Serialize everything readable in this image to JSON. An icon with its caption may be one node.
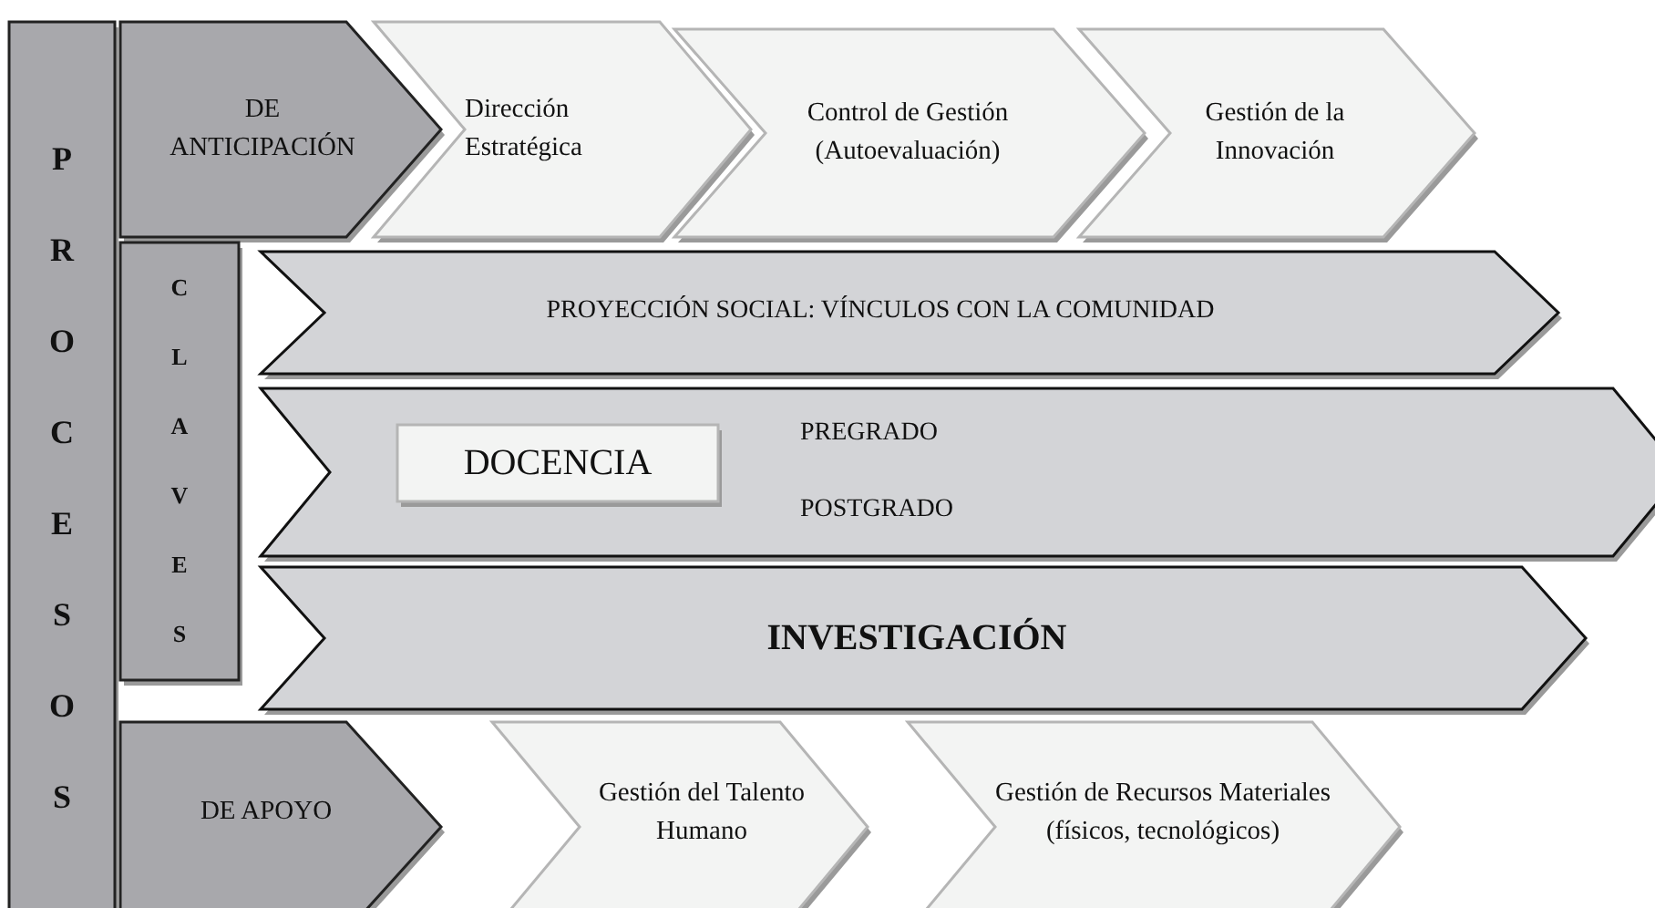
{
  "diagram": {
    "nodes": [
      {
        "text": [
          "PROCESOS"
        ]
      },
      {
        "text": [
          "DE ANTICIPACIÓN"
        ]
      },
      {
        "text": [
          "Dirección Estratégica"
        ]
      },
      {
        "text": [
          "Control de Gestión (Autoevaluación)"
        ]
      },
      {
        "text": [
          "Gestión de la Innovación"
        ]
      },
      {
        "text": [
          "CLAVES"
        ]
      },
      {
        "text": [
          "PROYECCIÓN SOCIAL: VÍNCULOS CON LA COMUNIDAD"
        ]
      },
      {
        "text": [
          "PREGRADO",
          "POSTGRADO"
        ]
      },
      {
        "text": [
          "DOCENCIA"
        ],
        "in": 7
      },
      {
        "text": [
          "INVESTIGACIÓN"
        ]
      },
      {
        "text": [
          "DE APOYO"
        ]
      },
      {
        "text": [
          "Gestión del Talento Humano"
        ]
      },
      {
        "text": [
          "Gestión de Recursos Materiales (físicos, tecnológicos)"
        ]
      }
    ]
  }
}
